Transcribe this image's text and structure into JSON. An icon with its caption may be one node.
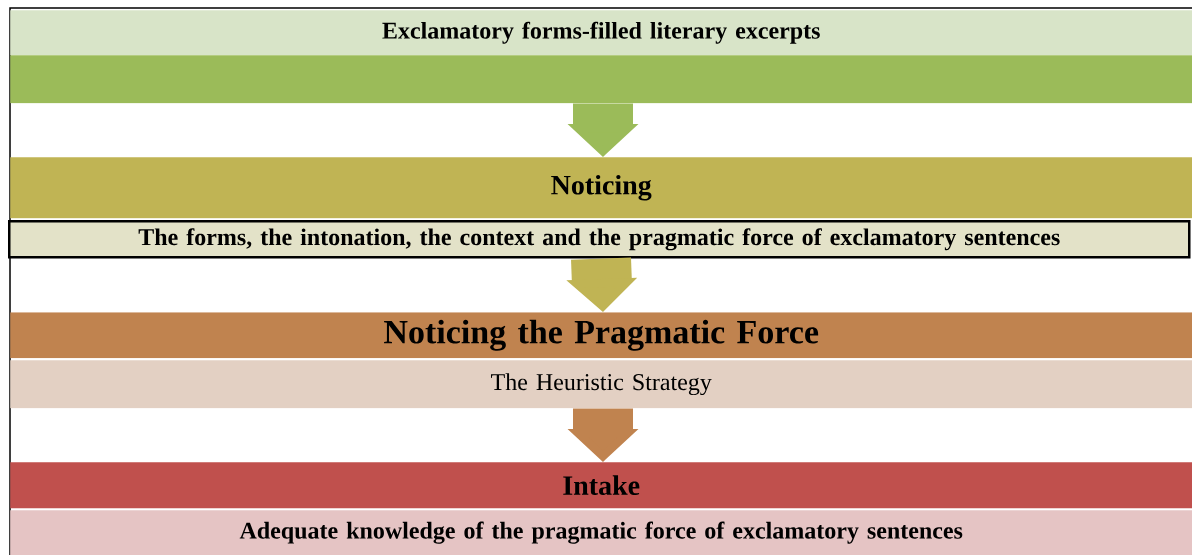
{
  "diagram": {
    "nodes": [
      {
        "text": [
          "Exclamatory forms-filled literary excerpts"
        ]
      },
      {
        "text": [],
        "shape": "bar"
      },
      {
        "text": [
          "Noticing"
        ]
      },
      {
        "text": [
          "The forms, the intonation, the context and the pragmatic force of exclamatory sentences"
        ]
      },
      {
        "text": [
          "Noticing the Pragmatic Force"
        ]
      },
      {
        "text": [
          "The Heuristic Strategy"
        ]
      },
      {
        "text": [
          "Intake"
        ]
      },
      {
        "text": [
          "Adequate knowledge of the pragmatic force of exclamatory sentences"
        ]
      }
    ],
    "edges": [
      {
        "from": 1,
        "to": 2,
        "arrow": "to",
        "color": "#9bbb59"
      },
      {
        "from": 3,
        "to": 4,
        "arrow": "to",
        "color": "#c0b454"
      },
      {
        "from": 5,
        "to": 6,
        "arrow": "to",
        "color": "#c0834f"
      }
    ]
  }
}
